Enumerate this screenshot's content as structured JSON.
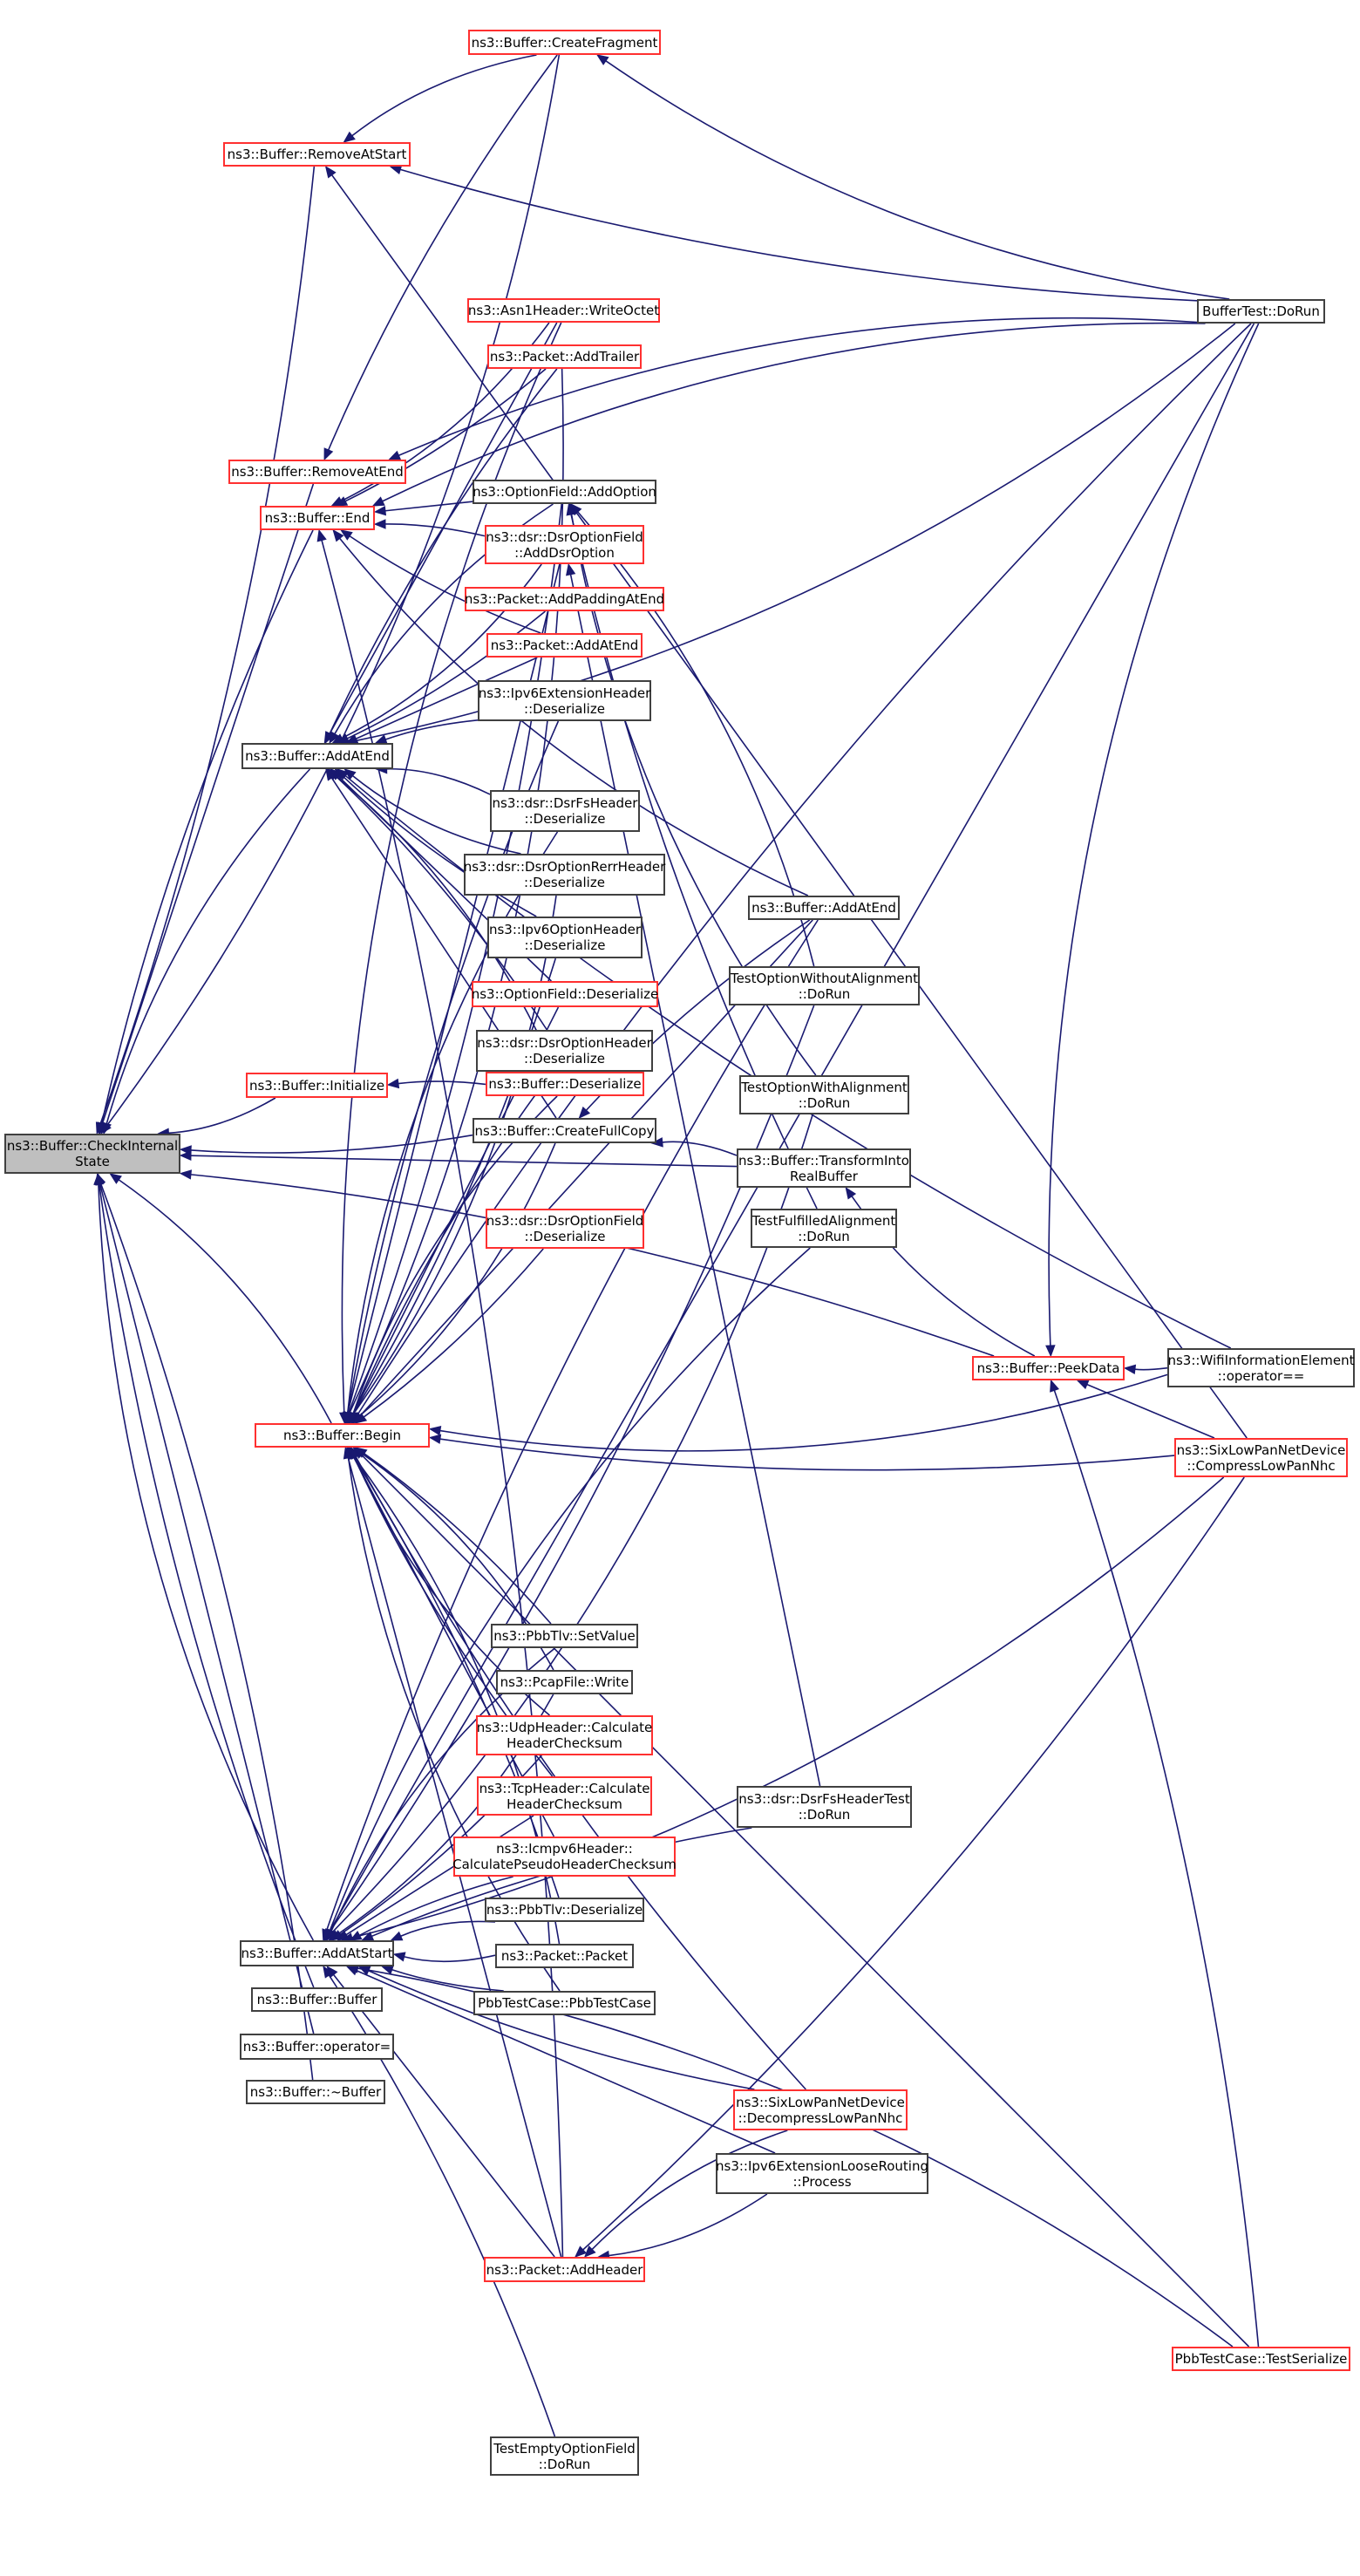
{
  "graph": {
    "title": "ns3::Buffer::CheckInternalState caller graph",
    "colors": {
      "edge": "#191970",
      "focus_fill": "#bfbfbf",
      "documented_border": "#404040",
      "undocumented_callers_border": "#ff3030"
    },
    "focus_node": "checkInternal",
    "nodes": {
      "checkInternal": {
        "label": "ns3::Buffer::CheckInternal\nState",
        "style": "focus"
      },
      "createFragment": {
        "label": "ns3::Buffer::CreateFragment",
        "style": "red"
      },
      "removeAtStart": {
        "label": "ns3::Buffer::RemoveAtStart",
        "style": "red"
      },
      "writeOctet": {
        "label": "ns3::Asn1Header::WriteOctet",
        "style": "red"
      },
      "addTrailer": {
        "label": "ns3::Packet::AddTrailer",
        "style": "red"
      },
      "removeAtEnd": {
        "label": "ns3::Buffer::RemoveAtEnd",
        "style": "red"
      },
      "end": {
        "label": "ns3::Buffer::End",
        "style": "red"
      },
      "addOption": {
        "label": "ns3::OptionField::AddOption",
        "style": "black"
      },
      "addDsrOption": {
        "label": "ns3::dsr::DsrOptionField\n::AddDsrOption",
        "style": "red"
      },
      "addPaddingAtEnd": {
        "label": "ns3::Packet::AddPaddingAtEnd",
        "style": "red"
      },
      "packetAddAtEnd": {
        "label": "ns3::Packet::AddAtEnd",
        "style": "red"
      },
      "ipv6ExtDeser": {
        "label": "ns3::Ipv6ExtensionHeader\n::Deserialize",
        "style": "black"
      },
      "addAtEnd": {
        "label": "ns3::Buffer::AddAtEnd",
        "style": "black"
      },
      "dsrFsDeser": {
        "label": "ns3::dsr::DsrFsHeader\n::Deserialize",
        "style": "black"
      },
      "dsrRerrDeser": {
        "label": "ns3::dsr::DsrOptionRerrHeader\n::Deserialize",
        "style": "black"
      },
      "ipv6OptDeser": {
        "label": "ns3::Ipv6OptionHeader\n::Deserialize",
        "style": "black"
      },
      "optFieldDeser": {
        "label": "ns3::OptionField::Deserialize",
        "style": "red"
      },
      "dsrOptHdrDeser": {
        "label": "ns3::dsr::DsrOptionHeader\n::Deserialize",
        "style": "black"
      },
      "bufferDeser": {
        "label": "ns3::Buffer::Deserialize",
        "style": "red"
      },
      "initialize": {
        "label": "ns3::Buffer::Initialize",
        "style": "red"
      },
      "createFullCopy": {
        "label": "ns3::Buffer::CreateFullCopy",
        "style": "black"
      },
      "dsrOptFieldDeser": {
        "label": "ns3::dsr::DsrOptionField\n::Deserialize",
        "style": "red"
      },
      "addAtEnd2": {
        "label": "ns3::Buffer::AddAtEnd",
        "style": "black"
      },
      "testWithout": {
        "label": "TestOptionWithoutAlignment\n::DoRun",
        "style": "black"
      },
      "testWith": {
        "label": "TestOptionWithAlignment\n::DoRun",
        "style": "black"
      },
      "transform": {
        "label": "ns3::Buffer::TransformInto\nRealBuffer",
        "style": "black"
      },
      "testFulfilled": {
        "label": "TestFulfilledAlignment\n::DoRun",
        "style": "black"
      },
      "bufferTest": {
        "label": "BufferTest::DoRun",
        "style": "black"
      },
      "peekData": {
        "label": "ns3::Buffer::PeekData",
        "style": "red"
      },
      "wifiEq": {
        "label": "ns3::WifiInformationElement\n::operator==",
        "style": "black"
      },
      "compressNhc": {
        "label": "ns3::SixLowPanNetDevice\n::CompressLowPanNhc",
        "style": "red"
      },
      "begin": {
        "label": "ns3::Buffer::Begin",
        "style": "red"
      },
      "pbbSetValue": {
        "label": "ns3::PbbTlv::SetValue",
        "style": "black"
      },
      "pcapWrite": {
        "label": "ns3::PcapFile::Write",
        "style": "black"
      },
      "udpChecksum": {
        "label": "ns3::UdpHeader::Calculate\nHeaderChecksum",
        "style": "red"
      },
      "tcpChecksum": {
        "label": "ns3::TcpHeader::Calculate\nHeaderChecksum",
        "style": "red"
      },
      "icmpChecksum": {
        "label": "ns3::Icmpv6Header::\nCalculatePseudoHeaderChecksum",
        "style": "red"
      },
      "pbbDeser": {
        "label": "ns3::PbbTlv::Deserialize",
        "style": "black"
      },
      "packetCtor": {
        "label": "ns3::Packet::Packet",
        "style": "black"
      },
      "pbbTestCase": {
        "label": "PbbTestCase::PbbTestCase",
        "style": "black"
      },
      "addAtStart": {
        "label": "ns3::Buffer::AddAtStart",
        "style": "black"
      },
      "bufferCtor": {
        "label": "ns3::Buffer::Buffer",
        "style": "black"
      },
      "bufferAssign": {
        "label": "ns3::Buffer::operator=",
        "style": "black"
      },
      "bufferDtor": {
        "label": "ns3::Buffer::~Buffer",
        "style": "black"
      },
      "dsrFsTest": {
        "label": "ns3::dsr::DsrFsHeaderTest\n::DoRun",
        "style": "black"
      },
      "decompressNhc": {
        "label": "ns3::SixLowPanNetDevice\n::DecompressLowPanNhc",
        "style": "red"
      },
      "looseRouting": {
        "label": "ns3::Ipv6ExtensionLooseRouting\n::Process",
        "style": "black"
      },
      "addHeader": {
        "label": "ns3::Packet::AddHeader",
        "style": "red"
      },
      "testEmpty": {
        "label": "TestEmptyOptionField\n::DoRun",
        "style": "black"
      },
      "testSerialize": {
        "label": "PbbTestCase::TestSerialize",
        "style": "red"
      }
    },
    "edges": [
      [
        "createFragment",
        "checkInternal"
      ],
      [
        "removeAtStart",
        "checkInternal"
      ],
      [
        "removeAtEnd",
        "checkInternal"
      ],
      [
        "end",
        "checkInternal"
      ],
      [
        "addAtEnd",
        "checkInternal"
      ],
      [
        "initialize",
        "checkInternal"
      ],
      [
        "createFullCopy",
        "checkInternal"
      ],
      [
        "transform",
        "checkInternal"
      ],
      [
        "peekData",
        "checkInternal"
      ],
      [
        "begin",
        "checkInternal"
      ],
      [
        "addAtStart",
        "checkInternal"
      ],
      [
        "bufferCtor",
        "checkInternal"
      ],
      [
        "bufferAssign",
        "checkInternal"
      ],
      [
        "bufferDtor",
        "checkInternal"
      ],
      [
        "createFragment",
        "removeAtStart"
      ],
      [
        "bufferTest",
        "createFragment"
      ],
      [
        "bufferTest",
        "removeAtStart"
      ],
      [
        "compressNhc",
        "removeAtStart"
      ],
      [
        "createFragment",
        "removeAtEnd"
      ],
      [
        "bufferTest",
        "removeAtEnd"
      ],
      [
        "writeOctet",
        "end"
      ],
      [
        "addTrailer",
        "end"
      ],
      [
        "addOption",
        "end"
      ],
      [
        "addDsrOption",
        "end"
      ],
      [
        "bufferTest",
        "end"
      ],
      [
        "addAtEnd2",
        "end"
      ],
      [
        "packetAddAtEnd",
        "end"
      ],
      [
        "writeOctet",
        "addAtEnd"
      ],
      [
        "addTrailer",
        "addAtEnd"
      ],
      [
        "addOption",
        "addAtEnd"
      ],
      [
        "addDsrOption",
        "addAtEnd"
      ],
      [
        "addPaddingAtEnd",
        "addAtEnd"
      ],
      [
        "packetAddAtEnd",
        "addAtEnd"
      ],
      [
        "ipv6ExtDeser",
        "addAtEnd"
      ],
      [
        "dsrFsDeser",
        "addAtEnd"
      ],
      [
        "dsrRerrDeser",
        "addAtEnd"
      ],
      [
        "ipv6OptDeser",
        "addAtEnd"
      ],
      [
        "optFieldDeser",
        "addAtEnd"
      ],
      [
        "dsrOptHdrDeser",
        "addAtEnd"
      ],
      [
        "bufferDeser",
        "addAtEnd"
      ],
      [
        "bufferTest",
        "addAtEnd"
      ],
      [
        "wifiEq",
        "addAtEnd"
      ],
      [
        "createFullCopy",
        "addAtEnd"
      ],
      [
        "bufferDeser",
        "initialize"
      ],
      [
        "testWithout",
        "addOption"
      ],
      [
        "testWith",
        "addOption"
      ],
      [
        "testFulfilled",
        "addOption"
      ],
      [
        "dsrFsTest",
        "addDsrOption"
      ],
      [
        "addAtEnd2",
        "createFullCopy"
      ],
      [
        "transform",
        "createFullCopy"
      ],
      [
        "peekData",
        "transform"
      ],
      [
        "wifiEq",
        "peekData"
      ],
      [
        "compressNhc",
        "peekData"
      ],
      [
        "testSerialize",
        "peekData"
      ],
      [
        "bufferTest",
        "peekData"
      ],
      [
        "wifiEq",
        "begin"
      ],
      [
        "compressNhc",
        "begin"
      ],
      [
        "testSerialize",
        "begin"
      ],
      [
        "bufferTest",
        "begin"
      ],
      [
        "writeOctet",
        "begin"
      ],
      [
        "addTrailer",
        "begin"
      ],
      [
        "addOption",
        "begin"
      ],
      [
        "addDsrOption",
        "begin"
      ],
      [
        "ipv6ExtDeser",
        "begin"
      ],
      [
        "dsrFsDeser",
        "begin"
      ],
      [
        "dsrRerrDeser",
        "begin"
      ],
      [
        "ipv6OptDeser",
        "begin"
      ],
      [
        "optFieldDeser",
        "begin"
      ],
      [
        "dsrOptHdrDeser",
        "begin"
      ],
      [
        "bufferDeser",
        "begin"
      ],
      [
        "createFullCopy",
        "begin"
      ],
      [
        "dsrOptFieldDeser",
        "begin"
      ],
      [
        "addAtEnd2",
        "begin"
      ],
      [
        "pbbSetValue",
        "begin"
      ],
      [
        "pcapWrite",
        "begin"
      ],
      [
        "udpChecksum",
        "begin"
      ],
      [
        "tcpChecksum",
        "begin"
      ],
      [
        "icmpChecksum",
        "begin"
      ],
      [
        "pbbDeser",
        "begin"
      ],
      [
        "packetCtor",
        "begin"
      ],
      [
        "pbbTestCase",
        "begin"
      ],
      [
        "decompressNhc",
        "begin"
      ],
      [
        "addHeader",
        "begin"
      ],
      [
        "addHeader",
        "end"
      ],
      [
        "pbbSetValue",
        "addAtStart"
      ],
      [
        "pcapWrite",
        "addAtStart"
      ],
      [
        "udpChecksum",
        "addAtStart"
      ],
      [
        "tcpChecksum",
        "addAtStart"
      ],
      [
        "icmpChecksum",
        "addAtStart"
      ],
      [
        "pbbDeser",
        "addAtStart"
      ],
      [
        "packetCtor",
        "addAtStart"
      ],
      [
        "pbbTestCase",
        "addAtStart"
      ],
      [
        "addHeader",
        "addAtStart"
      ],
      [
        "testEmpty",
        "addAtStart"
      ],
      [
        "testSerialize",
        "addAtStart"
      ],
      [
        "compressNhc",
        "addAtStart"
      ],
      [
        "decompressNhc",
        "addAtStart"
      ],
      [
        "looseRouting",
        "addAtStart"
      ],
      [
        "dsrFsTest",
        "addAtStart"
      ],
      [
        "testFulfilled",
        "addAtStart"
      ],
      [
        "testWith",
        "addAtStart"
      ],
      [
        "testWithout",
        "addAtStart"
      ],
      [
        "bufferTest",
        "addAtStart"
      ],
      [
        "addAtEnd2",
        "addAtStart"
      ],
      [
        "decompressNhc",
        "addHeader"
      ],
      [
        "looseRouting",
        "addHeader"
      ],
      [
        "compressNhc",
        "addHeader"
      ]
    ]
  }
}
